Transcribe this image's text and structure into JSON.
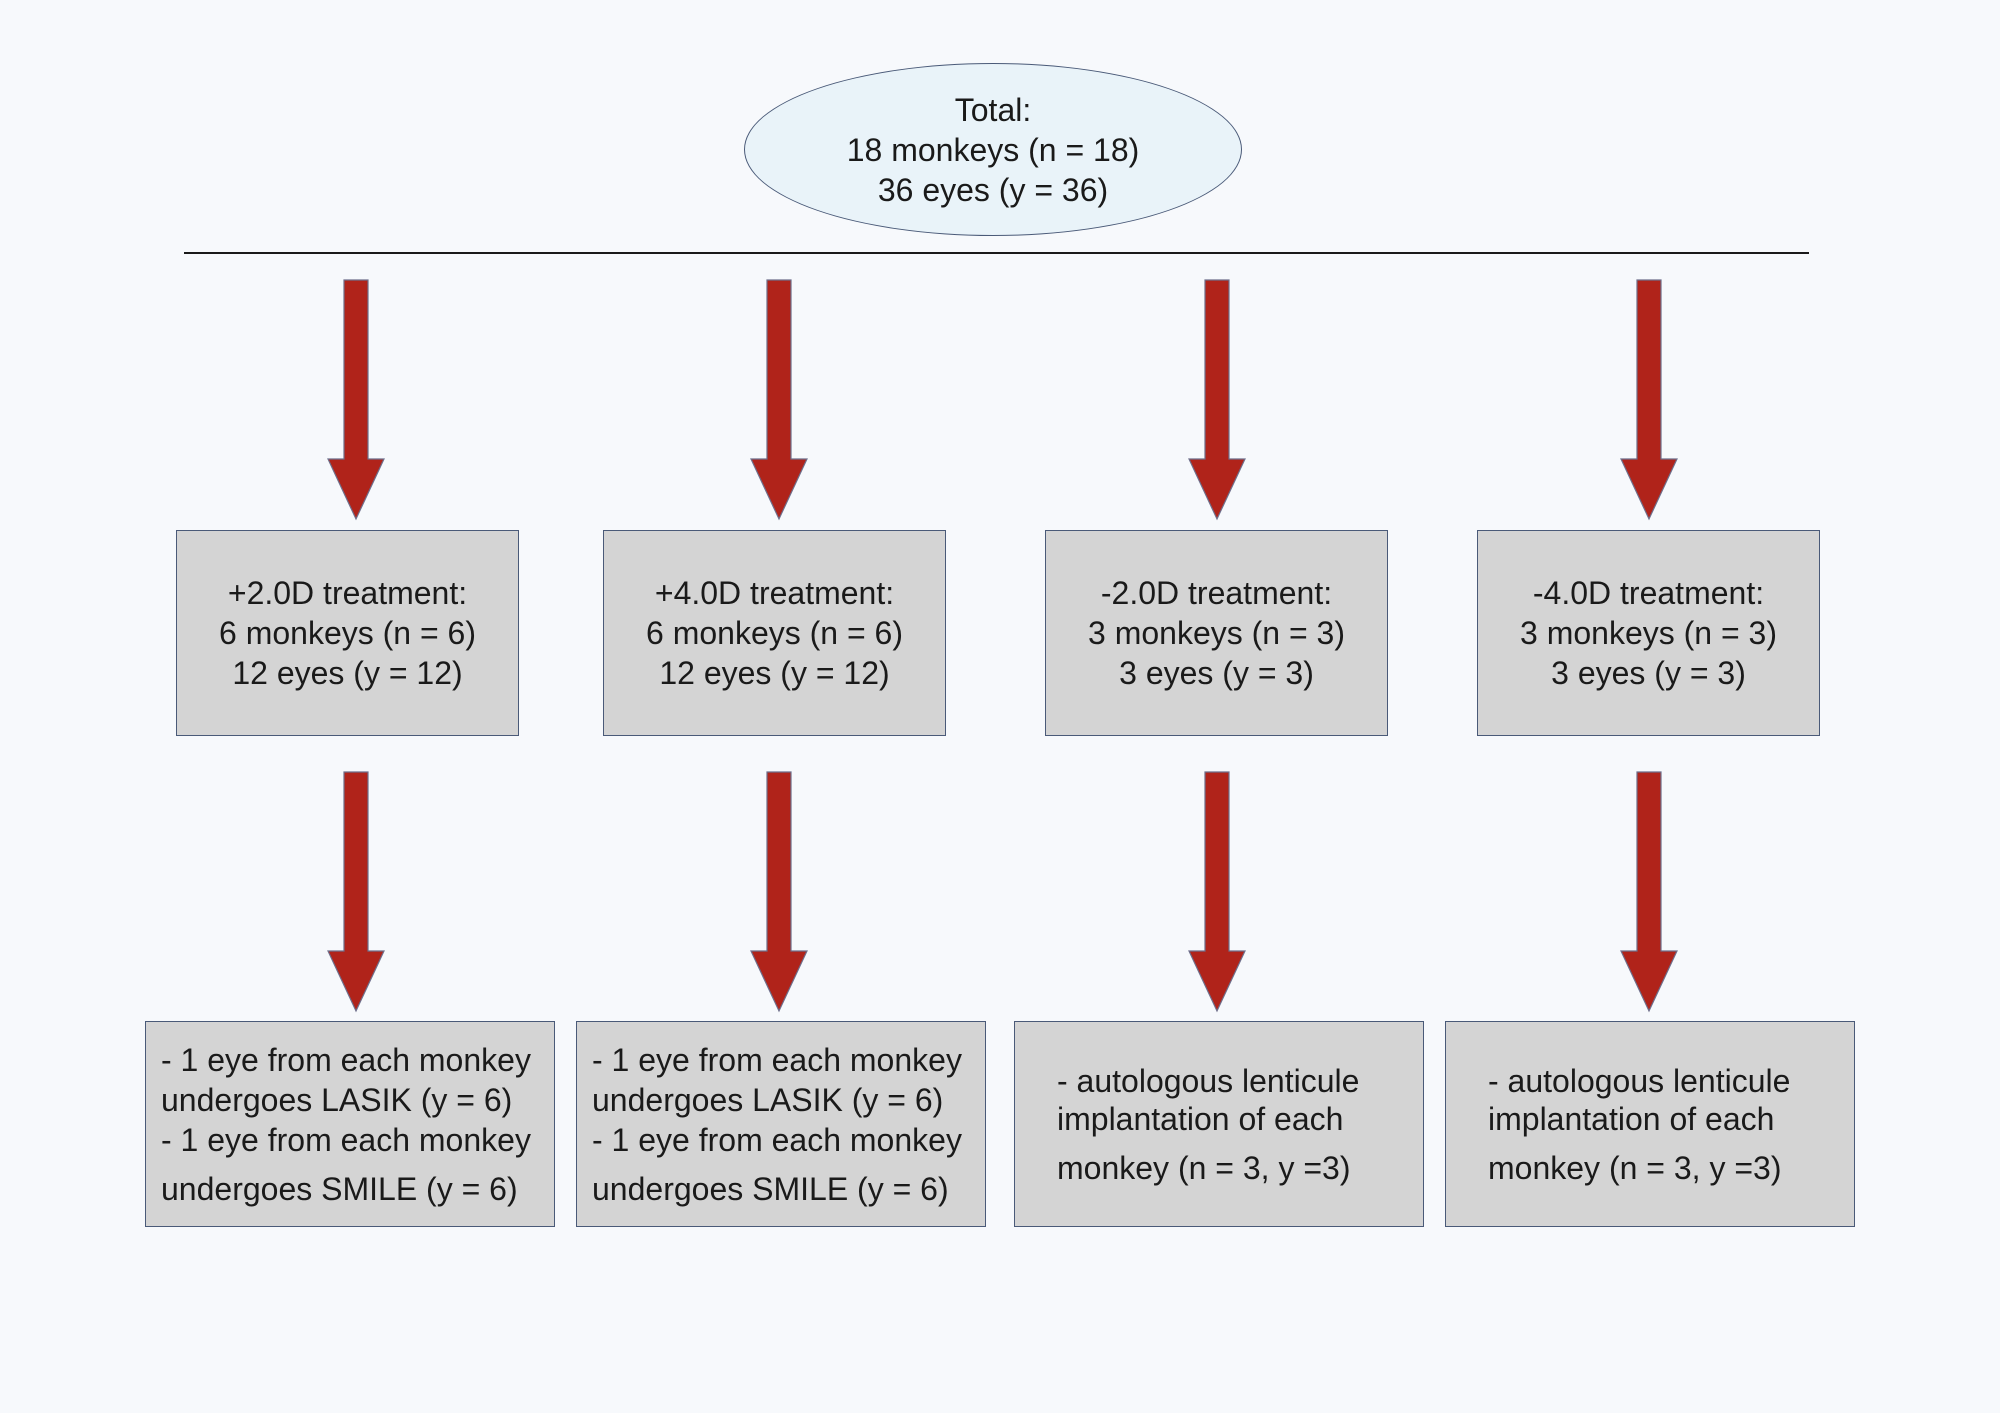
{
  "total": {
    "title": "Total:",
    "monkeys": "18 monkeys (n = 18)",
    "eyes": "36 eyes (y = 36)"
  },
  "colors": {
    "arrow_fill": "#b0231a",
    "arrow_stroke": "#6e6e8a",
    "box_fill": "#d4d4d4",
    "ellipse_fill": "#e9f3f9",
    "background": "#f7f9fc"
  },
  "treatments": [
    {
      "title": "+2.0D treatment:",
      "monkeys": "6 monkeys (n = 6)",
      "eyes": "12 eyes (y = 12)",
      "outcome_lines": [
        "- 1 eye from each monkey",
        "undergoes LASIK (y = 6)",
        "- 1 eye from each monkey",
        "undergoes SMILE (y = 6)"
      ]
    },
    {
      "title": "+4.0D treatment:",
      "monkeys": "6 monkeys (n = 6)",
      "eyes": "12 eyes (y = 12)",
      "outcome_lines": [
        "- 1 eye from each monkey",
        "undergoes LASIK (y = 6)",
        "- 1 eye from each monkey",
        "undergoes SMILE (y = 6)"
      ]
    },
    {
      "title": "-2.0D treatment:",
      "monkeys": "3 monkeys (n = 3)",
      "eyes": "3 eyes (y = 3)",
      "outcome_lines": [
        "- autologous lenticule",
        "implantation of each",
        "monkey (n = 3, y =3)"
      ]
    },
    {
      "title": "-4.0D treatment:",
      "monkeys": "3 monkeys (n = 3)",
      "eyes": "3 eyes (y = 3)",
      "outcome_lines": [
        "- autologous lenticule",
        "implantation of each",
        "monkey (n = 3, y =3)"
      ]
    }
  ]
}
